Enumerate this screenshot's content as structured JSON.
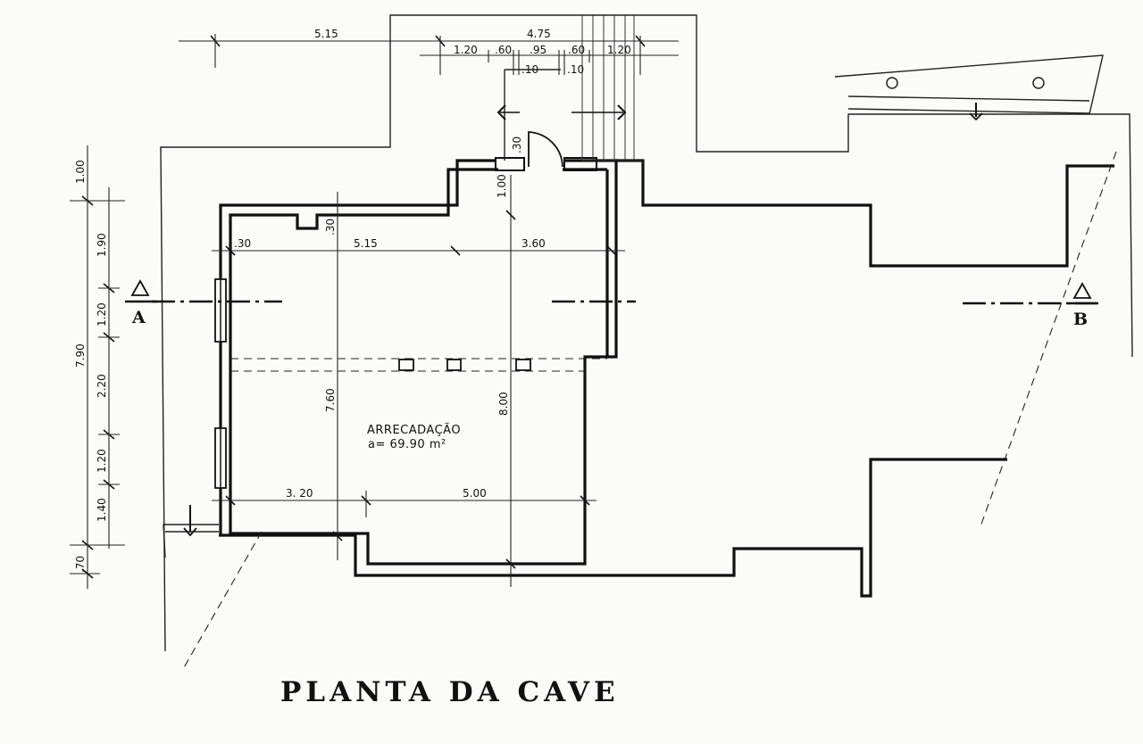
{
  "title": "PLANTA DA CAVE",
  "room": {
    "name": "ARRECADAÇÃO",
    "area": "a=  69.90 m²"
  },
  "sections": {
    "left": "A",
    "right": "B"
  },
  "dimensions": {
    "top_a": "5.15",
    "top_b": "4.75",
    "stair_1": "1.20",
    "stair_2": ".60",
    "stair_3": ".95",
    "stair_4": ".60",
    "stair_5": "1.20",
    "jamb_1": ".10",
    "jamb_2": ".10",
    "door_depth": ".30",
    "entry_depth": "1.00",
    "wall_left": ".30",
    "notch": ".30",
    "interior_a": "5.15",
    "interior_b": "3.60",
    "bottom_a": "3. 20",
    "bottom_b": "5.00",
    "height_a": "7.60",
    "height_b": "8.00",
    "left_outer_1": "1.00",
    "left_outer_total": "7.90",
    "left_outer_2": ".70",
    "left_inner_1": "1.90",
    "left_inner_2": "1.20",
    "left_inner_3": "2.20",
    "left_inner_4": "1.20",
    "left_inner_5": "1.40"
  }
}
